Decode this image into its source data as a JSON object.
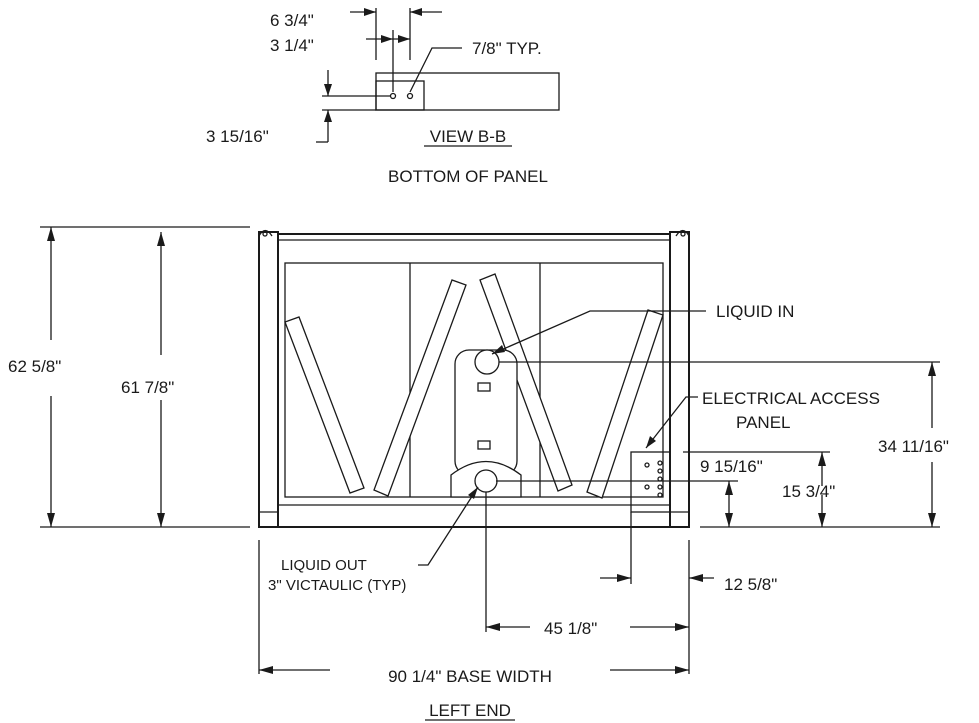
{
  "view_bb": {
    "dim_6_3_4": "6 3/4\"",
    "dim_3_1_4": "3 1/4\"",
    "dim_7_8_typ": "7/8\" TYP.",
    "dim_3_15_16": "3 15/16\"",
    "title": "VIEW B-B",
    "subtitle": "BOTTOM OF PANEL"
  },
  "left_end": {
    "height_overall": "62 5/8\"",
    "height_inner": "61 7/8\"",
    "liquid_in": "LIQUID IN",
    "electrical_access_line1": "ELECTRICAL ACCESS",
    "electrical_access_line2": "PANEL",
    "dim_34_11_16": "34 11/16\"",
    "dim_9_15_16": "9 15/16\"",
    "dim_15_3_4": "15 3/4\"",
    "liquid_out_line1": "LIQUID OUT",
    "liquid_out_line2": "3\" VICTAULIC (TYP)",
    "dim_12_5_8": "12 5/8\"",
    "dim_45_1_8": "45 1/8\"",
    "base_width": "90 1/4\" BASE WIDTH",
    "title": "LEFT END"
  }
}
